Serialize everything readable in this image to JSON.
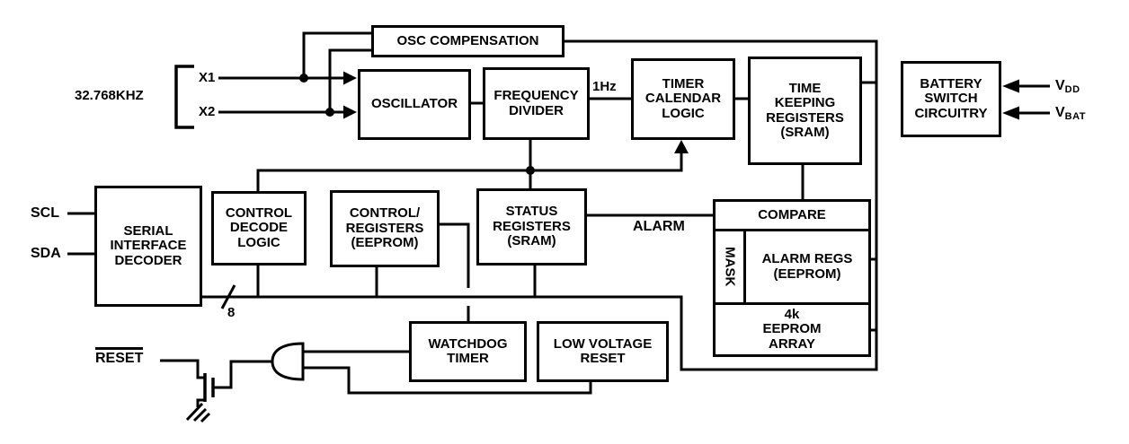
{
  "diagram": {
    "blocks": {
      "osc_compensation": "OSC COMPENSATION",
      "oscillator": "OSCILLATOR",
      "frequency_divider": "FREQUENCY\nDIVIDER",
      "timer_calendar_logic": "TIMER\nCALENDAR\nLOGIC",
      "time_keeping_registers": "TIME\nKEEPING\nREGISTERS\n(SRAM)",
      "battery_switch_circuitry": "BATTERY\nSWITCH\nCIRCUITRY",
      "serial_interface_decoder": "SERIAL\nINTERFACE\nDECODER",
      "control_decode_logic": "CONTROL\nDECODE\nLOGIC",
      "control_registers": "CONTROL/\nREGISTERS\n(EEPROM)",
      "status_registers": "STATUS\nREGISTERS\n(SRAM)",
      "compare": "COMPARE",
      "mask": "MASK",
      "alarm_regs": "ALARM REGS\n(EEPROM)",
      "eeprom_array": "4k\nEEPROM\nARRAY",
      "watchdog_timer": "WATCHDOG\nTIMER",
      "low_voltage_reset": "LOW VOLTAGE\nRESET"
    },
    "labels": {
      "crystal_frequency": "32.768KHZ",
      "x1": "X1",
      "x2": "X2",
      "one_hz": "1Hz",
      "scl": "SCL",
      "sda": "SDA",
      "alarm": "ALARM",
      "bus_width": "8",
      "reset": "RESET",
      "vdd_base": "V",
      "vdd_sub": "DD",
      "vbat_base": "V",
      "vbat_sub": "BAT"
    },
    "colors": {
      "line": "#000000",
      "background": "#ffffff"
    }
  }
}
